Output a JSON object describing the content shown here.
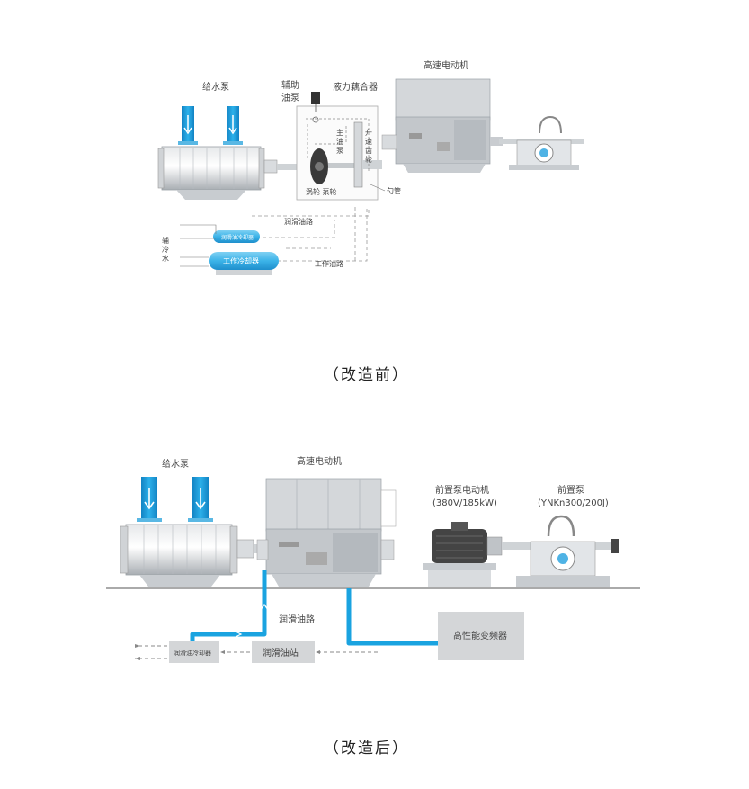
{
  "before": {
    "feed_pump": "给水泵",
    "aux_pump_line1": "辅助",
    "aux_pump_line2": "油泵",
    "coupler": "液力藕合器",
    "motor": "高速电动机",
    "main_pump_chars": [
      "主",
      "油",
      "泵"
    ],
    "gear_chars": [
      "升",
      "速",
      "齿",
      "轮"
    ],
    "turbine_pump": "涡轮 泵轮",
    "scoop": "勺管",
    "lube_line": "润滑油路",
    "aux_cool_chars": [
      "辅",
      "冷",
      "水"
    ],
    "work_line": "工作油路",
    "small_cooler": "润滑油冷却器",
    "work_cooler": "工作冷却器",
    "caption": "（改造前）"
  },
  "after": {
    "feed_pump": "给水泵",
    "motor": "高速电动机",
    "pre_motor": "前置泵电动机",
    "pre_motor_spec": "(380V/185kW)",
    "pre_pump": "前置泵",
    "pre_pump_spec": "(YNKn300/200J)",
    "lube_line": "润滑油路",
    "lube_cooler": "润滑油冷却器",
    "lube_station": "润滑油站",
    "vfd": "高性能变频器",
    "caption": "（改造后）"
  },
  "colors": {
    "pipe_blue": "#1aa3e0",
    "machine_gray": "#c8ccd0",
    "box_gray": "#d4d6d8"
  }
}
